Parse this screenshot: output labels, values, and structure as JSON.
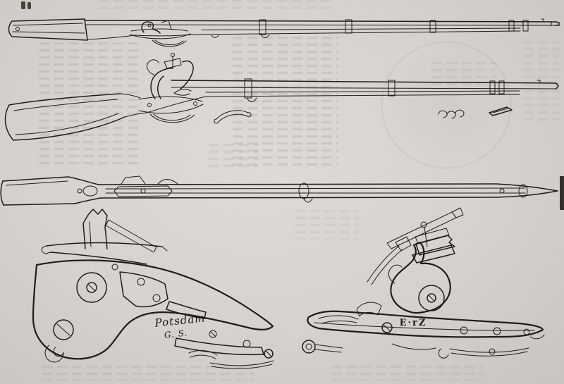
{
  "page": {
    "type": "scanned-book-plate",
    "paper_color": "#d8d5d0",
    "ink_color": "#1e1d1b"
  },
  "inscriptions": {
    "lock_left_line1": "Potsdam",
    "lock_left_line2": "G. S.",
    "lock_right": "E·rZ"
  },
  "figures": {
    "musket_top": "flintlock-musket-full-side-view",
    "musket_middle": "flintlock-musket-with-detached-parts",
    "musket_bottom": "flintlock-musket-opposite-side-view",
    "lock_left": "flintlock-mechanism-interior-view",
    "lock_right": "flintlock-mechanism-exterior-view"
  }
}
